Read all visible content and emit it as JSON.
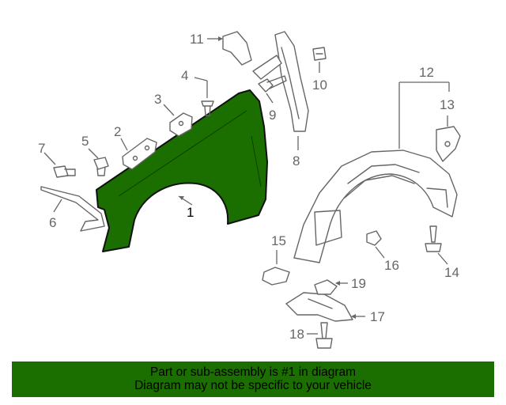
{
  "callouts": {
    "c1": "1",
    "c2": "2",
    "c3": "3",
    "c4": "4",
    "c5": "5",
    "c6": "6",
    "c7": "7",
    "c8": "8",
    "c9": "9",
    "c10": "10",
    "c11": "11",
    "c12": "12",
    "c13": "13",
    "c14": "14",
    "c15": "15",
    "c16": "16",
    "c17": "17",
    "c18": "18",
    "c19": "19"
  },
  "footer": {
    "line1": "Part or sub-assembly is #1 in diagram",
    "line2": "Diagram may not be specific to your vehicle"
  },
  "colors": {
    "highlight_part": "#1b6e00",
    "footer_background": "#1b6e00",
    "line_art": "#666666"
  }
}
